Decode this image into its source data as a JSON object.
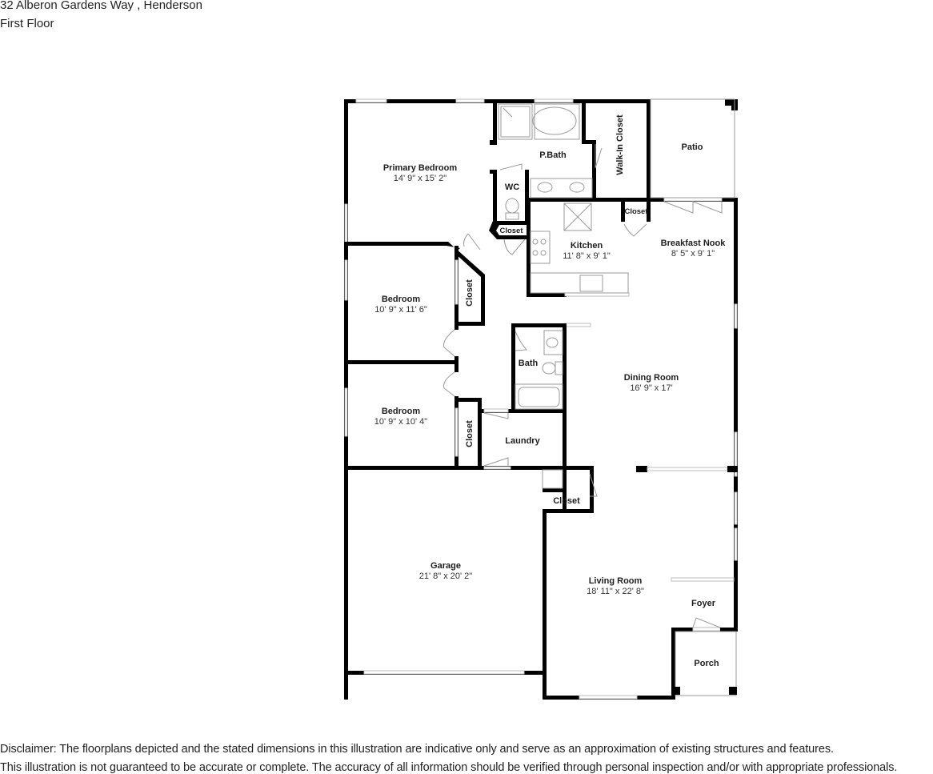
{
  "header": {
    "address": "32 Alberon Gardens Way , Henderson",
    "floor": "First Floor"
  },
  "rooms": {
    "primary_bedroom": {
      "name": "Primary Bedroom",
      "dims": "14' 9\" x 15' 2\""
    },
    "p_bath": {
      "name": "P.Bath"
    },
    "wc": {
      "name": "WC"
    },
    "walk_in_closet": {
      "name": "Walk-In Closet"
    },
    "patio": {
      "name": "Patio"
    },
    "closet_wc": {
      "name": "Closet"
    },
    "closet_kitchen": {
      "name": "Closet"
    },
    "kitchen": {
      "name": "Kitchen",
      "dims": "11' 8\" x 9' 1\""
    },
    "breakfast_nook": {
      "name": "Breakfast Nook",
      "dims": "8' 5\" x 9' 1\""
    },
    "bedroom_1": {
      "name": "Bedroom",
      "dims": "10' 9\" x 11' 6\""
    },
    "closet_bedroom_1": {
      "name": "Closet"
    },
    "bath": {
      "name": "Bath"
    },
    "dining_room": {
      "name": "Dining Room",
      "dims": "16' 9\" x 17'"
    },
    "bedroom_2": {
      "name": "Bedroom",
      "dims": "10' 9\" x 10' 4\""
    },
    "closet_bedroom_2": {
      "name": "Closet"
    },
    "laundry": {
      "name": "Laundry"
    },
    "closet_living": {
      "name": "Closet"
    },
    "garage": {
      "name": "Garage",
      "dims": "21' 8\" x 20' 2\""
    },
    "living_room": {
      "name": "Living Room",
      "dims": "18' 11\" x 22' 8\""
    },
    "foyer": {
      "name": "Foyer"
    },
    "porch": {
      "name": "Porch"
    }
  },
  "disclaimer": {
    "line1": "Disclaimer: The floorplans depicted and the stated dimensions in this illustration are indicative only and serve as an approximation of existing structures and features.",
    "line2": "This illustration is not guaranteed to be accurate or complete. The accuracy of all information should be verified through personal inspection and/or with appropriate professionals."
  }
}
